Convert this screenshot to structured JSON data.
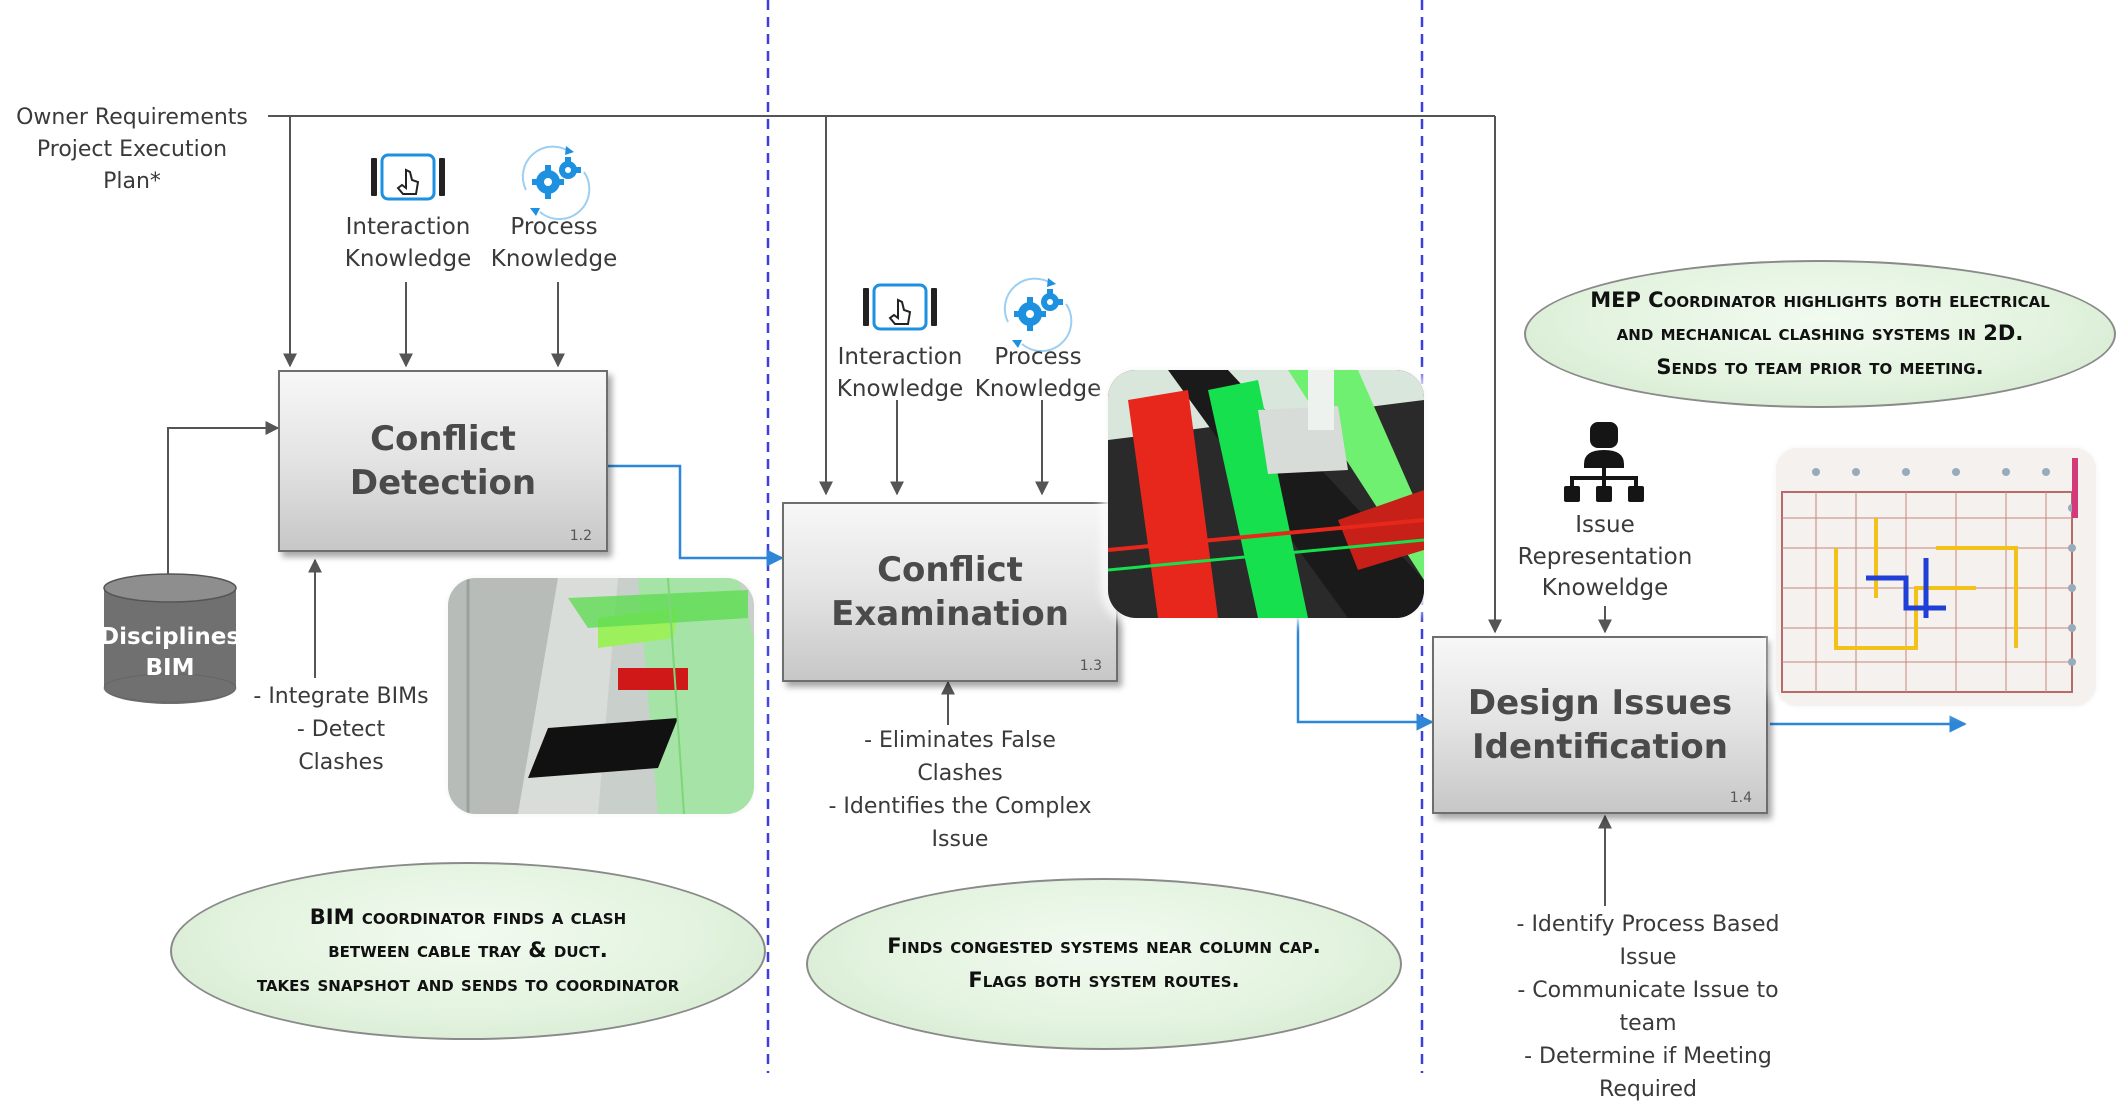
{
  "inputs": {
    "owner_requirements": "Owner Requirements\nProject Execution\nPlan*"
  },
  "knowledge": {
    "interaction": "Interaction\nKnowledge",
    "process": "Process\nKnowledge",
    "issue_representation": "Issue\nRepresentation\nKnoweldge"
  },
  "database": {
    "label": "Disciplines'\nBIM"
  },
  "boxes": [
    {
      "title": "Conflict Detection",
      "number": "1.2"
    },
    {
      "title": "Conflict\nExamination",
      "number": "1.3"
    },
    {
      "title": "Design Issues\nIdentification",
      "number": "1.4"
    }
  ],
  "mechanisms": {
    "detection": "- Integrate BIMs\n- Detect\nClashes",
    "examination": "- Eliminates False Clashes\n- Identifies the Complex\nIssue",
    "identification": "- Identify Process Based Issue\n- Communicate Issue to team\n- Determine if Meeting Required"
  },
  "callouts": {
    "bim_coordinator": "BIM coordinator finds a clash\nbetween cable tray & duct.\ntakes snapshot and sends to coordinator",
    "congested": "Finds congested systems near column cap.\nFlags both system routes.",
    "mep_coordinator": "MEP Coordinator highlights both electrical\nand mechanical clashing systems in 2D.\nSends to team prior to meeting."
  },
  "icons": {
    "interaction": "touch-screen-icon",
    "process": "gears-cycle-icon",
    "issue": "hierarchy-person-icon",
    "database": "database-cylinder-icon"
  },
  "colors": {
    "arrow": "#555555",
    "flow_arrow": "#2e86d6",
    "divider": "#3d3de0",
    "callout_fill": "#e3f3df",
    "gear_blue": "#1e90e0"
  }
}
